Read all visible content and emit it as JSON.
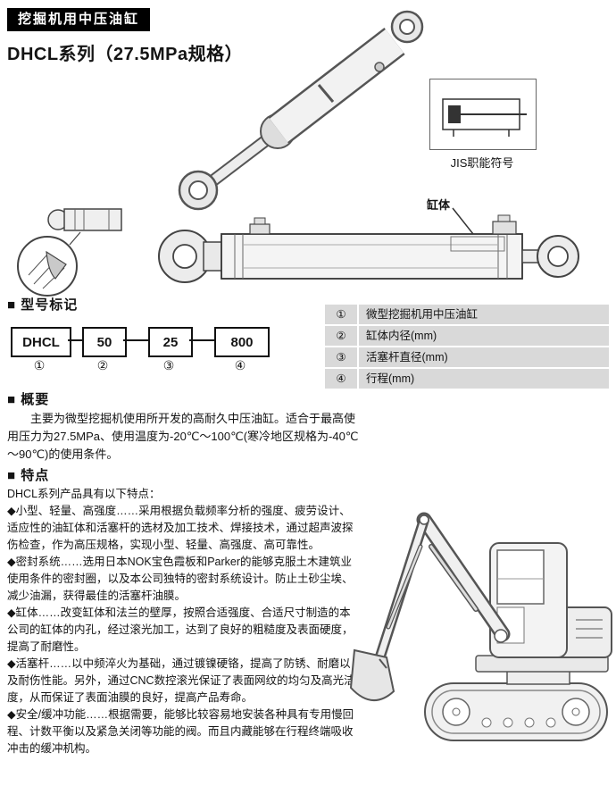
{
  "page": {
    "header_badge": "挖掘机用中压油缸",
    "title": "DHCL系列（27.5MPa规格）"
  },
  "diagram": {
    "jis_label": "JIS职能符号",
    "body_label": "缸体"
  },
  "model_marking": {
    "heading": "■ 型号标记",
    "segments": [
      {
        "value": "DHCL",
        "num": "①"
      },
      {
        "value": "50",
        "num": "②"
      },
      {
        "value": "25",
        "num": "③"
      },
      {
        "value": "800",
        "num": "④"
      }
    ]
  },
  "spec_table": {
    "rows": [
      {
        "num": "①",
        "text": "微型挖掘机用中压油缸"
      },
      {
        "num": "②",
        "text": "缸体内径(mm)"
      },
      {
        "num": "③",
        "text": "活塞杆直径(mm)"
      },
      {
        "num": "④",
        "text": "行程(mm)"
      }
    ]
  },
  "overview": {
    "heading": "■ 概要",
    "body": "主要为微型挖掘机使用所开发的高耐久中压油缸。适合于最高使用压力为27.5MPa、使用温度为-20℃～100℃(寒冷地区规格为-40℃～90℃)的使用条件。"
  },
  "features": {
    "heading": "■ 特点",
    "intro": "DHCL系列产品具有以下特点：",
    "items": [
      "◆小型、轻量、高强度……采用根据负载频率分析的强度、疲劳设计、适应性的油缸体和活塞杆的选材及加工技术、焊接技术，通过超声波探伤检查，作为高压规格，实现小型、轻量、高强度、高可靠性。",
      "◆密封系统……选用日本NOK宝色霞板和Parker的能够克服土木建筑业使用条件的密封圈，以及本公司独特的密封系统设计。防止土砂尘埃、减少油漏，获得最佳的活塞杆油膜。",
      "◆缸体……改变缸体和法兰的壁厚，按照合适强度、合适尺寸制造的本公司的缸体的内孔，经过滚光加工，达到了良好的粗糙度及表面硬度，提高了耐磨性。",
      "◆活塞杆……以中频淬火为基础，通过镀镍硬铬，提高了防锈、耐磨以及耐伤性能。另外，通过CNC数控滚光保证了表面网纹的均匀及高光洁度，从而保证了表面油膜的良好，提高产品寿命。",
      "◆安全/缓冲功能……根据需要，能够比较容易地安装各种具有专用慢回程、计数平衡以及紧急关闭等功能的阀。而且内藏能够在行程终端吸收冲击的缓冲机构。"
    ]
  },
  "colors": {
    "header_bg": "#000000",
    "table_row_bg": "#d9d9d9",
    "drawing_stroke": "#555555"
  }
}
